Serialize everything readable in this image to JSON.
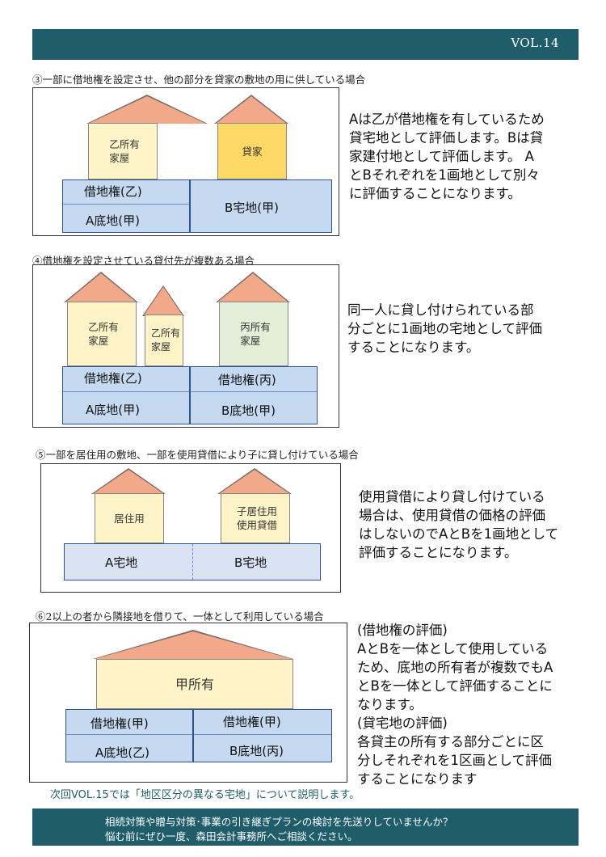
{
  "header": {
    "vol": "VOL.14"
  },
  "sections": [
    {
      "title": "③一部に借地権を設定させ、他の部分を貸家の敷地の用に供している場合",
      "houses": [
        "乙所有",
        "家屋",
        "貸家"
      ],
      "lands": [
        "借地権(乙)",
        "A底地(甲)",
        "B宅地(甲)"
      ],
      "desc": [
        "Aは乙が借地権を有しているため",
        "貸宅地として評価します。Bは貸",
        "家建付地として評価します。 A",
        "とBそれぞれを1画地として別々",
        "に評価することになります。"
      ]
    },
    {
      "title": "④借地権を設定させている貸付先が複数ある場合",
      "houses": [
        "乙所有",
        "家屋",
        "乙所有",
        "家屋",
        "丙所有",
        "家屋"
      ],
      "lands": [
        "借地権(乙)",
        "A底地(甲)",
        "借地権(丙)",
        "B底地(甲)"
      ],
      "desc": [
        "同一人に貸し付けられている部",
        "分ごとに1画地の宅地として評価",
        "することになります。"
      ]
    },
    {
      "title": "⑤一部を居住用の敷地、一部を使用貸借により子に貸し付けている場合",
      "houses": [
        "居住用",
        "子居住用",
        "使用貸借"
      ],
      "lands": [
        "A宅地",
        "B宅地"
      ],
      "desc": [
        "使用貸借により貸し付けている",
        "場合は、使用貸借の価格の評価",
        "はしないのでAとBを1画地として",
        "評価することになります。"
      ]
    },
    {
      "title": "⑥2以上の者から隣接地を借りて、一体として利用している場合",
      "houses": [
        "甲所有"
      ],
      "lands": [
        "借地権(甲)",
        "A底地(乙)",
        "借地権(甲)",
        "B底地(丙)"
      ],
      "desc": [
        "(借地権の評価)",
        "AとBを一体として使用している",
        "ため、底地の所有者が複数でもA",
        "とBを一体として評価することに",
        "なります。",
        "(貸宅地の評価)",
        "各貸主の所有する部分ごとに区",
        "分しそれぞれを1区画として評価",
        "することになります"
      ]
    }
  ],
  "next_note": "次回VOL.15では「地区区分の異なる宅地」について説明します。",
  "footer": {
    "line1": "相続対策や贈与対策･事業の引き継ぎプランの検討を先送りしていませんか？",
    "line2": "悩む前にぜひ一度、森田会計事務所へご相談ください。"
  }
}
